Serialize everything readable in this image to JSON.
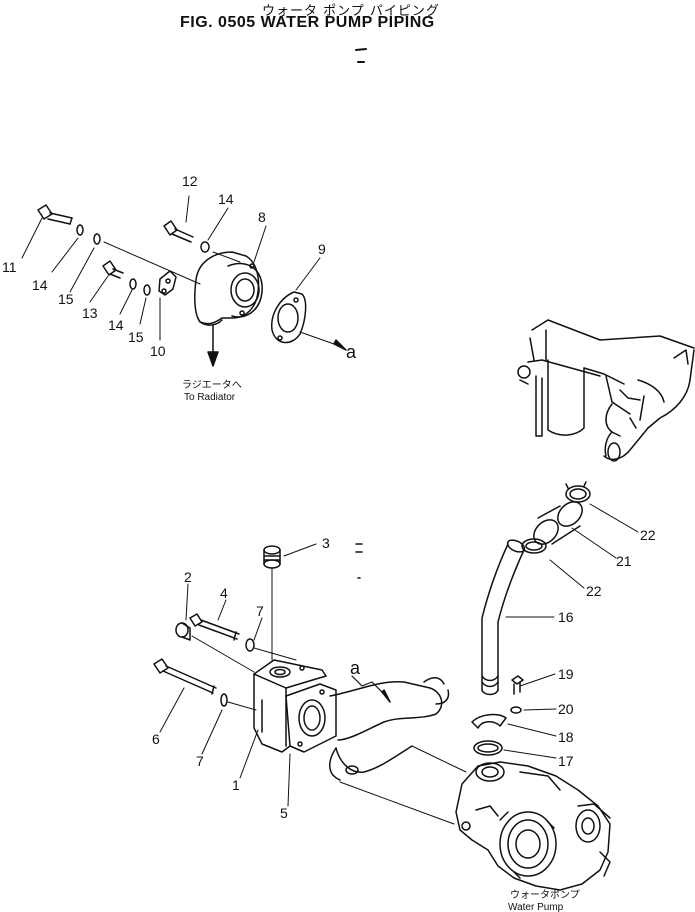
{
  "title": {
    "japanese": "ウォータ ポンプ パイピング",
    "english": "FIG. 0505  WATER PUMP PIPING"
  },
  "notes": {
    "to_radiator_jp": "ラジエータへ",
    "to_radiator_en": "To  Radiator",
    "water_pump_jp": "ウォータポンプ",
    "water_pump_en": "Water  Pump"
  },
  "refs": {
    "a": "a"
  },
  "callouts": [
    "1",
    "2",
    "3",
    "4",
    "5",
    "6",
    "7",
    "7",
    "8",
    "9",
    "10",
    "11",
    "12",
    "13",
    "14",
    "14",
    "14",
    "15",
    "15",
    "16",
    "17",
    "18",
    "19",
    "20",
    "21",
    "22",
    "22"
  ]
}
